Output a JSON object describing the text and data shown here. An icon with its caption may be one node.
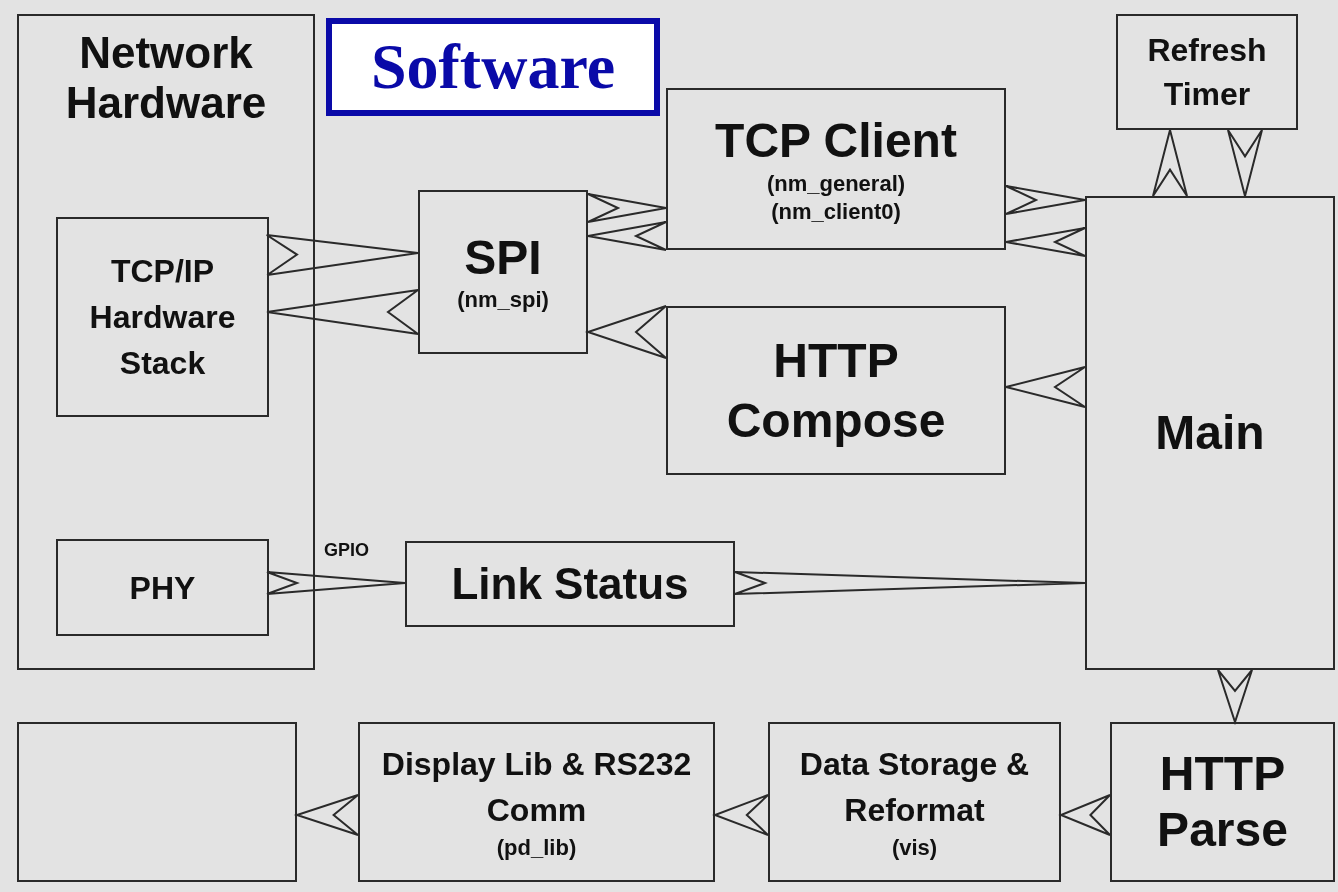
{
  "diagram": {
    "title": "Software",
    "nodes": [
      {
        "text": [
          "Network Hardware"
        ]
      },
      {
        "text": [
          "TCP/IP Hardware Stack"
        ],
        "in": 0
      },
      {
        "text": [
          "PHY"
        ],
        "in": 0
      },
      {
        "text": [
          "SPI",
          "(nm_spi)"
        ]
      },
      {
        "text": [
          "TCP Client",
          "(nm_general)",
          "(nm_client0)"
        ]
      },
      {
        "text": [
          "Refresh Timer"
        ]
      },
      {
        "text": [
          "HTTP Compose"
        ]
      },
      {
        "text": [
          "Main"
        ]
      },
      {
        "text": [
          "Link Status"
        ]
      },
      {
        "text": [],
        "shape": "box"
      },
      {
        "text": [
          "Display Lib & RS232 Comm",
          "(pd_lib)"
        ]
      },
      {
        "text": [
          "Data Storage & Reformat",
          "(vis)"
        ]
      },
      {
        "text": [
          "HTTP Parse"
        ]
      }
    ],
    "edges": [
      {
        "from": 1,
        "to": 3,
        "arrow": "to"
      },
      {
        "from": 3,
        "to": 1,
        "arrow": "to"
      },
      {
        "from": 3,
        "to": 4,
        "arrow": "to"
      },
      {
        "from": 4,
        "to": 3,
        "arrow": "to"
      },
      {
        "from": 6,
        "to": 3,
        "arrow": "to"
      },
      {
        "from": 4,
        "to": 7,
        "arrow": "to"
      },
      {
        "from": 7,
        "to": 4,
        "arrow": "to"
      },
      {
        "from": 7,
        "to": 6,
        "arrow": "to"
      },
      {
        "from": 7,
        "to": 5,
        "arrow": "to"
      },
      {
        "from": 5,
        "to": 7,
        "arrow": "to"
      },
      {
        "from": 2,
        "to": 8,
        "arrow": "to",
        "label": "GPIO"
      },
      {
        "from": 8,
        "to": 7,
        "arrow": "to"
      },
      {
        "from": 7,
        "to": 12,
        "arrow": "to"
      },
      {
        "from": 12,
        "to": 11,
        "arrow": "to"
      },
      {
        "from": 11,
        "to": 10,
        "arrow": "to"
      },
      {
        "from": 10,
        "to": 9,
        "arrow": "to"
      }
    ]
  }
}
